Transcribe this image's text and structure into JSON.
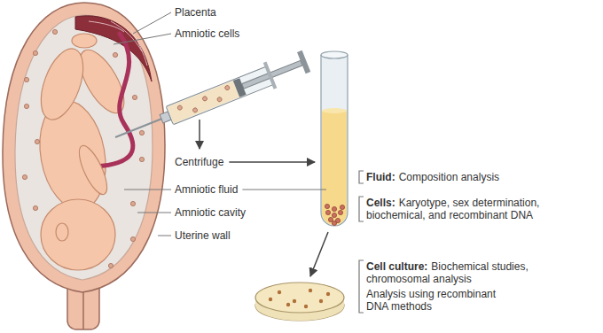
{
  "diagram": {
    "labels": [
      "Placenta",
      "Amniotic cells",
      "Centrifuge",
      "Amniotic fluid",
      "Amniotic cavity",
      "Uterine wall",
      "Fluid:",
      "Composition analysis",
      "Cells:",
      "Karyotype, sex determination, biochemical, and recombinant DNA",
      "Cell culture:",
      "Biochemical studies, chromosomal analysis",
      "Analysis using recombinant DNA methods"
    ]
  }
}
